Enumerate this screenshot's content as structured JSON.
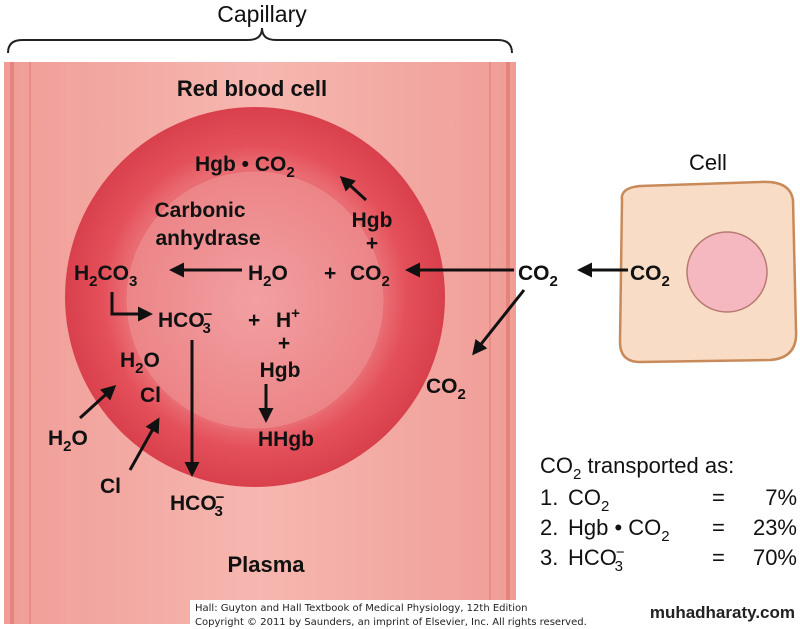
{
  "labels": {
    "capillary": "Capillary",
    "red_blood_cell": "Red blood cell",
    "plasma": "Plasma",
    "cell": "Cell"
  },
  "reactions": {
    "hgb_co2_product_a": "Hgb • CO",
    "hgb_co2_product_b": "2",
    "hgb_reactant": "Hgb",
    "plus_1": "+",
    "carbonic": "Carbonic",
    "anhydrase": "anhydrase",
    "h2co3_a": "H",
    "h2co3_b": "2",
    "h2co3_c": "CO",
    "h2co3_d": "3",
    "h2o_inner_a": "H",
    "h2o_inner_b": "2",
    "h2o_inner_c": "O",
    "plus_2": "+",
    "co2_inner_a": "CO",
    "co2_inner_b": "2",
    "co2_mid_a": "CO",
    "co2_mid_b": "2",
    "co2_cell_a": "CO",
    "co2_cell_b": "2",
    "co2_out_a": "CO",
    "co2_out_b": "2",
    "hco3_a": "HCO",
    "hco3_sup": "−",
    "hco3_sub": "3",
    "plus_3": "+",
    "h_plus_a": "H",
    "h_plus_sup": "+",
    "plus_4": "+",
    "hgb_2": "Hgb",
    "hhgb": "HHgb",
    "h2o_rbc_a": "H",
    "h2o_rbc_b": "2",
    "h2o_rbc_c": "O",
    "cl_rbc": "Cl",
    "h2o_plasma_a": "H",
    "h2o_plasma_b": "2",
    "h2o_plasma_c": "O",
    "cl_plasma": "Cl",
    "hco3_plasma_a": "HCO",
    "hco3_plasma_sup": "−",
    "hco3_plasma_sub": "3"
  },
  "transport": {
    "title_a": "CO",
    "title_b": "2",
    "title_c": " transported as:",
    "rows": [
      {
        "num": "1.",
        "name_a": "CO",
        "name_b": "2",
        "name_c": "",
        "name_sup": "",
        "eq": "=",
        "pct": "7%"
      },
      {
        "num": "2.",
        "name_a": "Hgb • CO",
        "name_b": "2",
        "name_c": "",
        "name_sup": "",
        "eq": "=",
        "pct": "23%"
      },
      {
        "num": "3.",
        "name_a": "HCO",
        "name_b": "3",
        "name_c": "",
        "name_sup": "−",
        "eq": "=",
        "pct": "70%"
      }
    ]
  },
  "credits": {
    "line1": "Hall: Guyton and Hall Textbook of Medical Physiology, 12th Edition",
    "line2": "Copyright © 2011 by Saunders, an imprint of Elsevier, Inc. All rights reserved.",
    "watermark": "muhadharaty.com"
  },
  "colors": {
    "capillary_fill": "#f3a6a0",
    "capillary_wall": "#e98a84",
    "rbc_outer": "#e2565e",
    "rbc_inner": "#ee7f83",
    "cell_fill": "#f8dcc6",
    "cell_border": "#c98a5a",
    "nucleus": "#f6b8c0"
  }
}
